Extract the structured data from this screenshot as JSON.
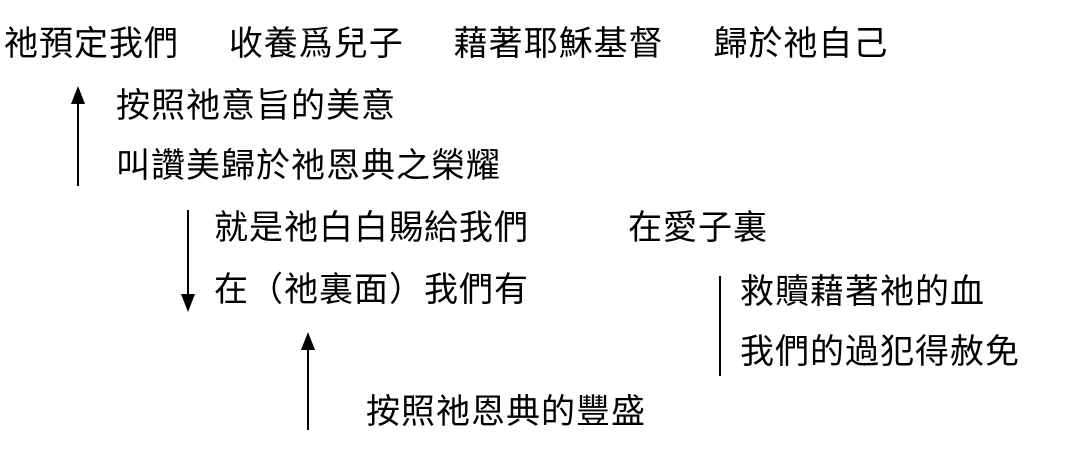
{
  "top_line": [
    "祂預定我們",
    "收養爲兒子",
    "藉著耶穌基督",
    "歸於祂自己"
  ],
  "lines": {
    "good_pleasure": "按照祂意旨的美意",
    "praise_glory": "叫讚美歸於祂恩典之榮耀",
    "freely_given": "就是祂白白賜給我們",
    "in_beloved": "在愛子裏",
    "in_him_we_have": "在（祂裏面）我們有",
    "redemption_blood": "救贖藉著祂的血",
    "forgiveness": "我們的過犯得赦免",
    "riches_grace": "按照祂恩典的豐盛"
  }
}
